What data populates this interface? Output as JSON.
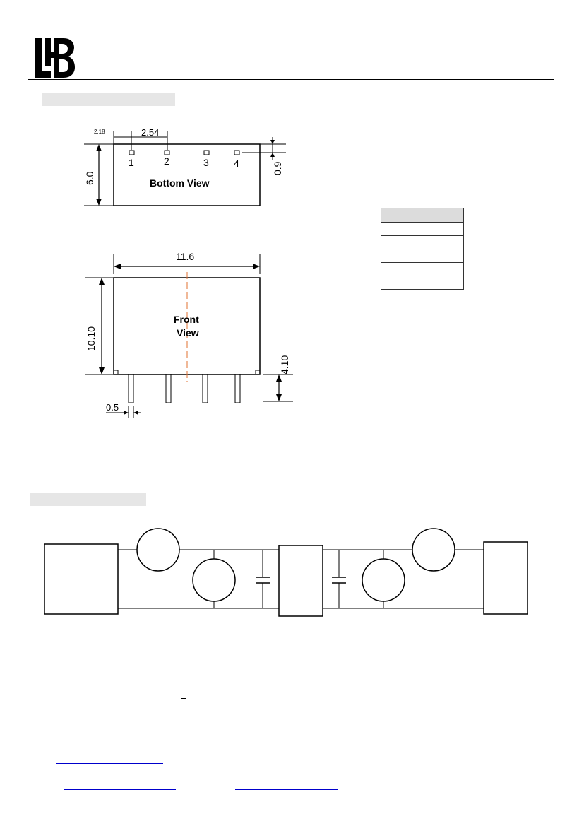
{
  "brand": {
    "logo_text": "LHB",
    "logo_icon": "lhb-logo-icon"
  },
  "outline": {
    "bottom_view": {
      "label": "Bottom View",
      "pins": [
        "1",
        "2",
        "3",
        "4"
      ],
      "dims": {
        "offset": "2.18",
        "pitch": "2.54",
        "width": "6.0",
        "pin_offset": "0.9"
      }
    },
    "front_view": {
      "label_line1": "Front",
      "label_line2": "View",
      "dims": {
        "length": "11.6",
        "height": "10.10",
        "pin_length": "4.10",
        "pin_width": "0.5"
      }
    }
  },
  "pin_table": {
    "header": "",
    "rows": [
      [
        "",
        ""
      ],
      [
        "",
        ""
      ],
      [
        "",
        ""
      ],
      [
        "",
        ""
      ],
      [
        "",
        ""
      ]
    ]
  },
  "colors": {
    "centerline": "#e07030",
    "link": "#0000cc",
    "section_bar": "#e6e6e6"
  }
}
